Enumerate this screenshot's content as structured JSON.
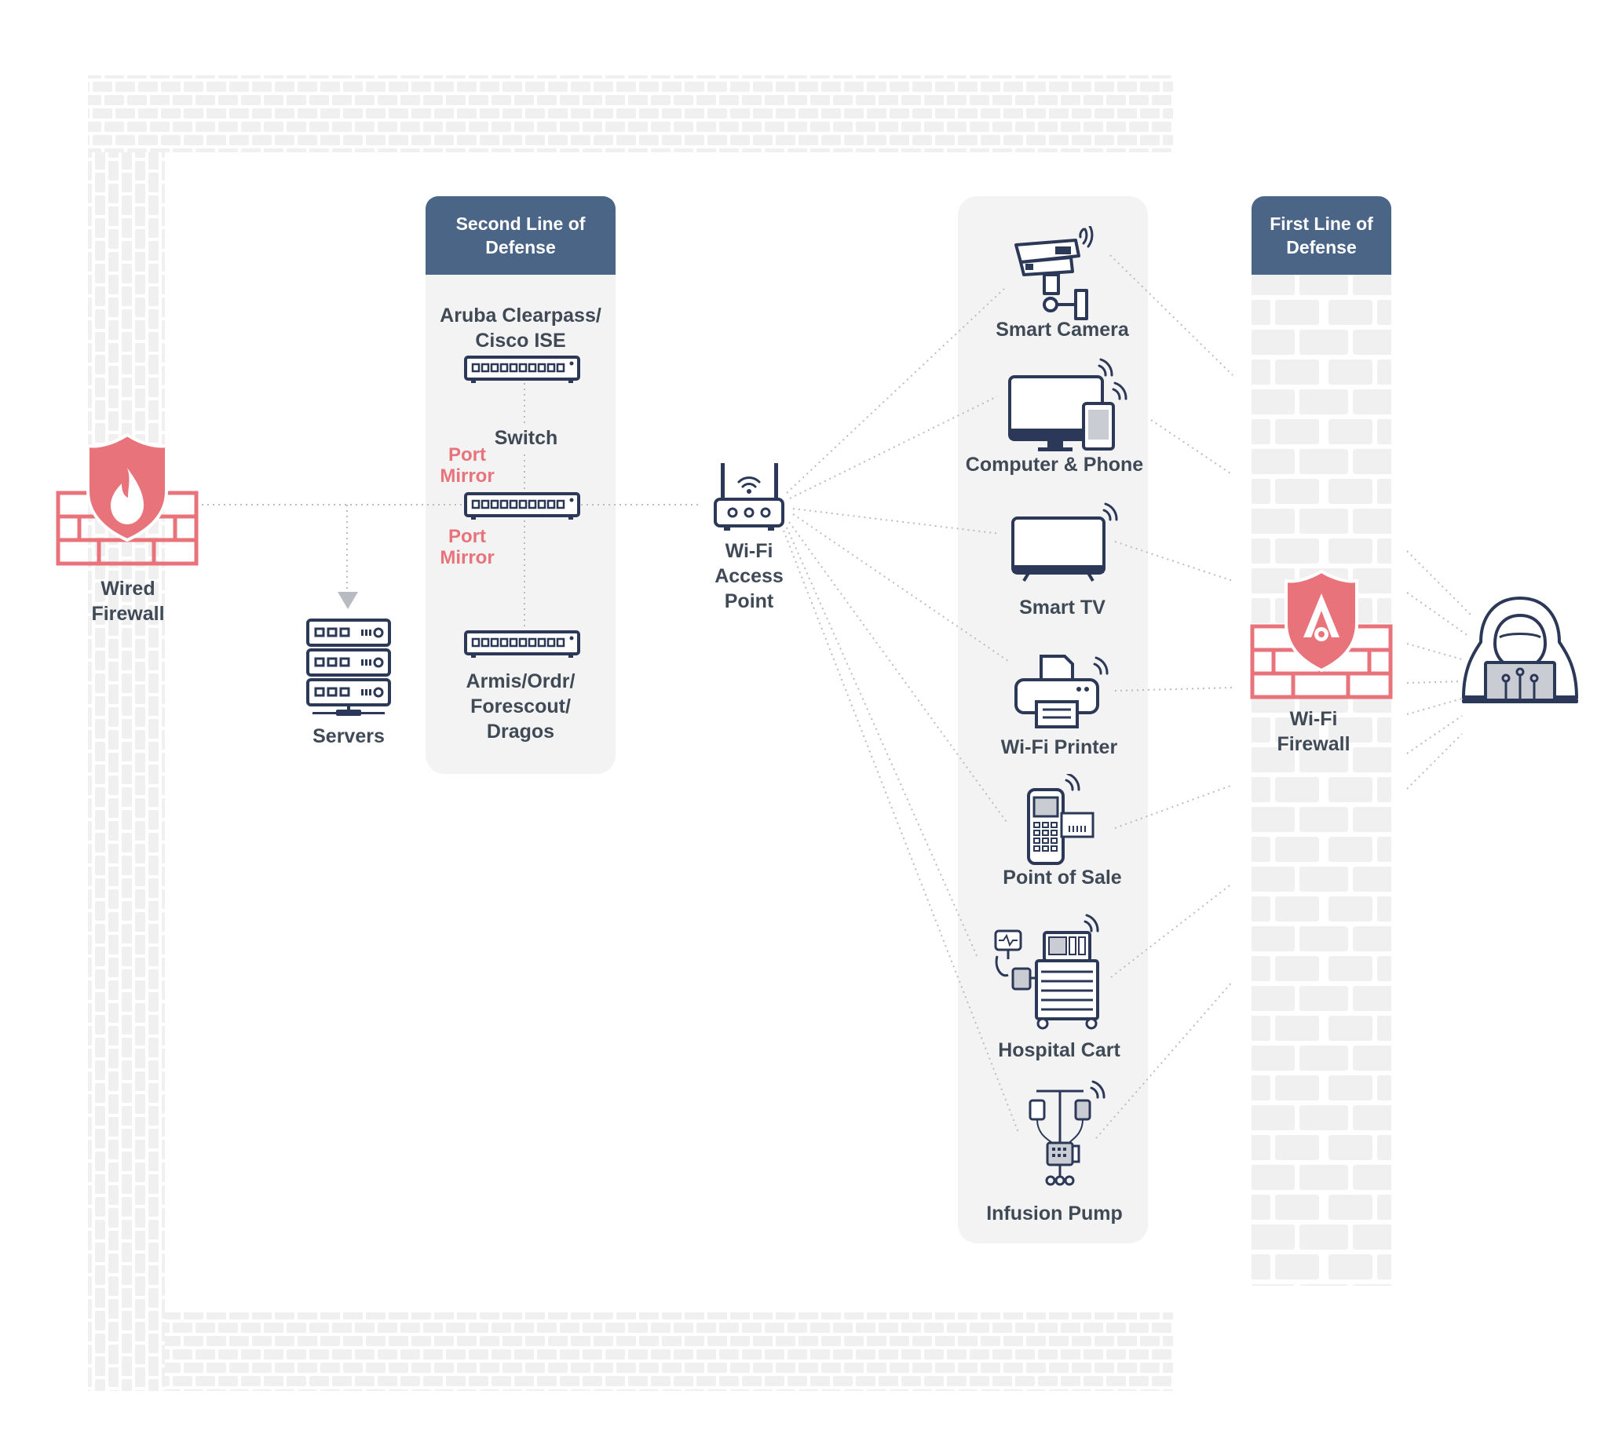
{
  "colors": {
    "navy": "#2c3857",
    "header_blue": "#4b6587",
    "accent_red": "#e8737a",
    "panel_gray": "#f3f3f4",
    "brick_gray": "#f0f0f1",
    "text_gray": "#404a56",
    "line_gray": "#b8bcc2"
  },
  "second_line": {
    "header": "Second Line of Defense",
    "nac_label": "Aruba Clearpass/ Cisco ISE",
    "switch_label": "Switch",
    "port_mirror_top": "Port Mirror",
    "port_mirror_bottom": "Port Mirror",
    "monitor_label": "Armis/Ordr/ Forescout/ Dragos"
  },
  "first_line": {
    "header": "First Line of Defense",
    "firewall_label": "Wi-Fi Firewall"
  },
  "wired_firewall": {
    "label": "Wired Firewall",
    "icon": "flame-shield-icon"
  },
  "servers": {
    "label": "Servers",
    "icon": "server-rack-icon"
  },
  "access_point": {
    "label": "Wi-Fi Access Point",
    "icon": "wifi-router-icon"
  },
  "attacker": {
    "icon": "hooded-hacker-icon"
  },
  "devices": [
    {
      "label": "Smart Camera",
      "icon": "security-camera-icon"
    },
    {
      "label": "Computer & Phone",
      "icon": "computer-phone-icon"
    },
    {
      "label": "Smart TV",
      "icon": "smart-tv-icon"
    },
    {
      "label": "Wi-Fi Printer",
      "icon": "printer-icon"
    },
    {
      "label": "Point of Sale",
      "icon": "pos-terminal-icon"
    },
    {
      "label": "Hospital Cart",
      "icon": "hospital-cart-icon"
    },
    {
      "label": "Infusion Pump",
      "icon": "infusion-pump-icon"
    }
  ]
}
